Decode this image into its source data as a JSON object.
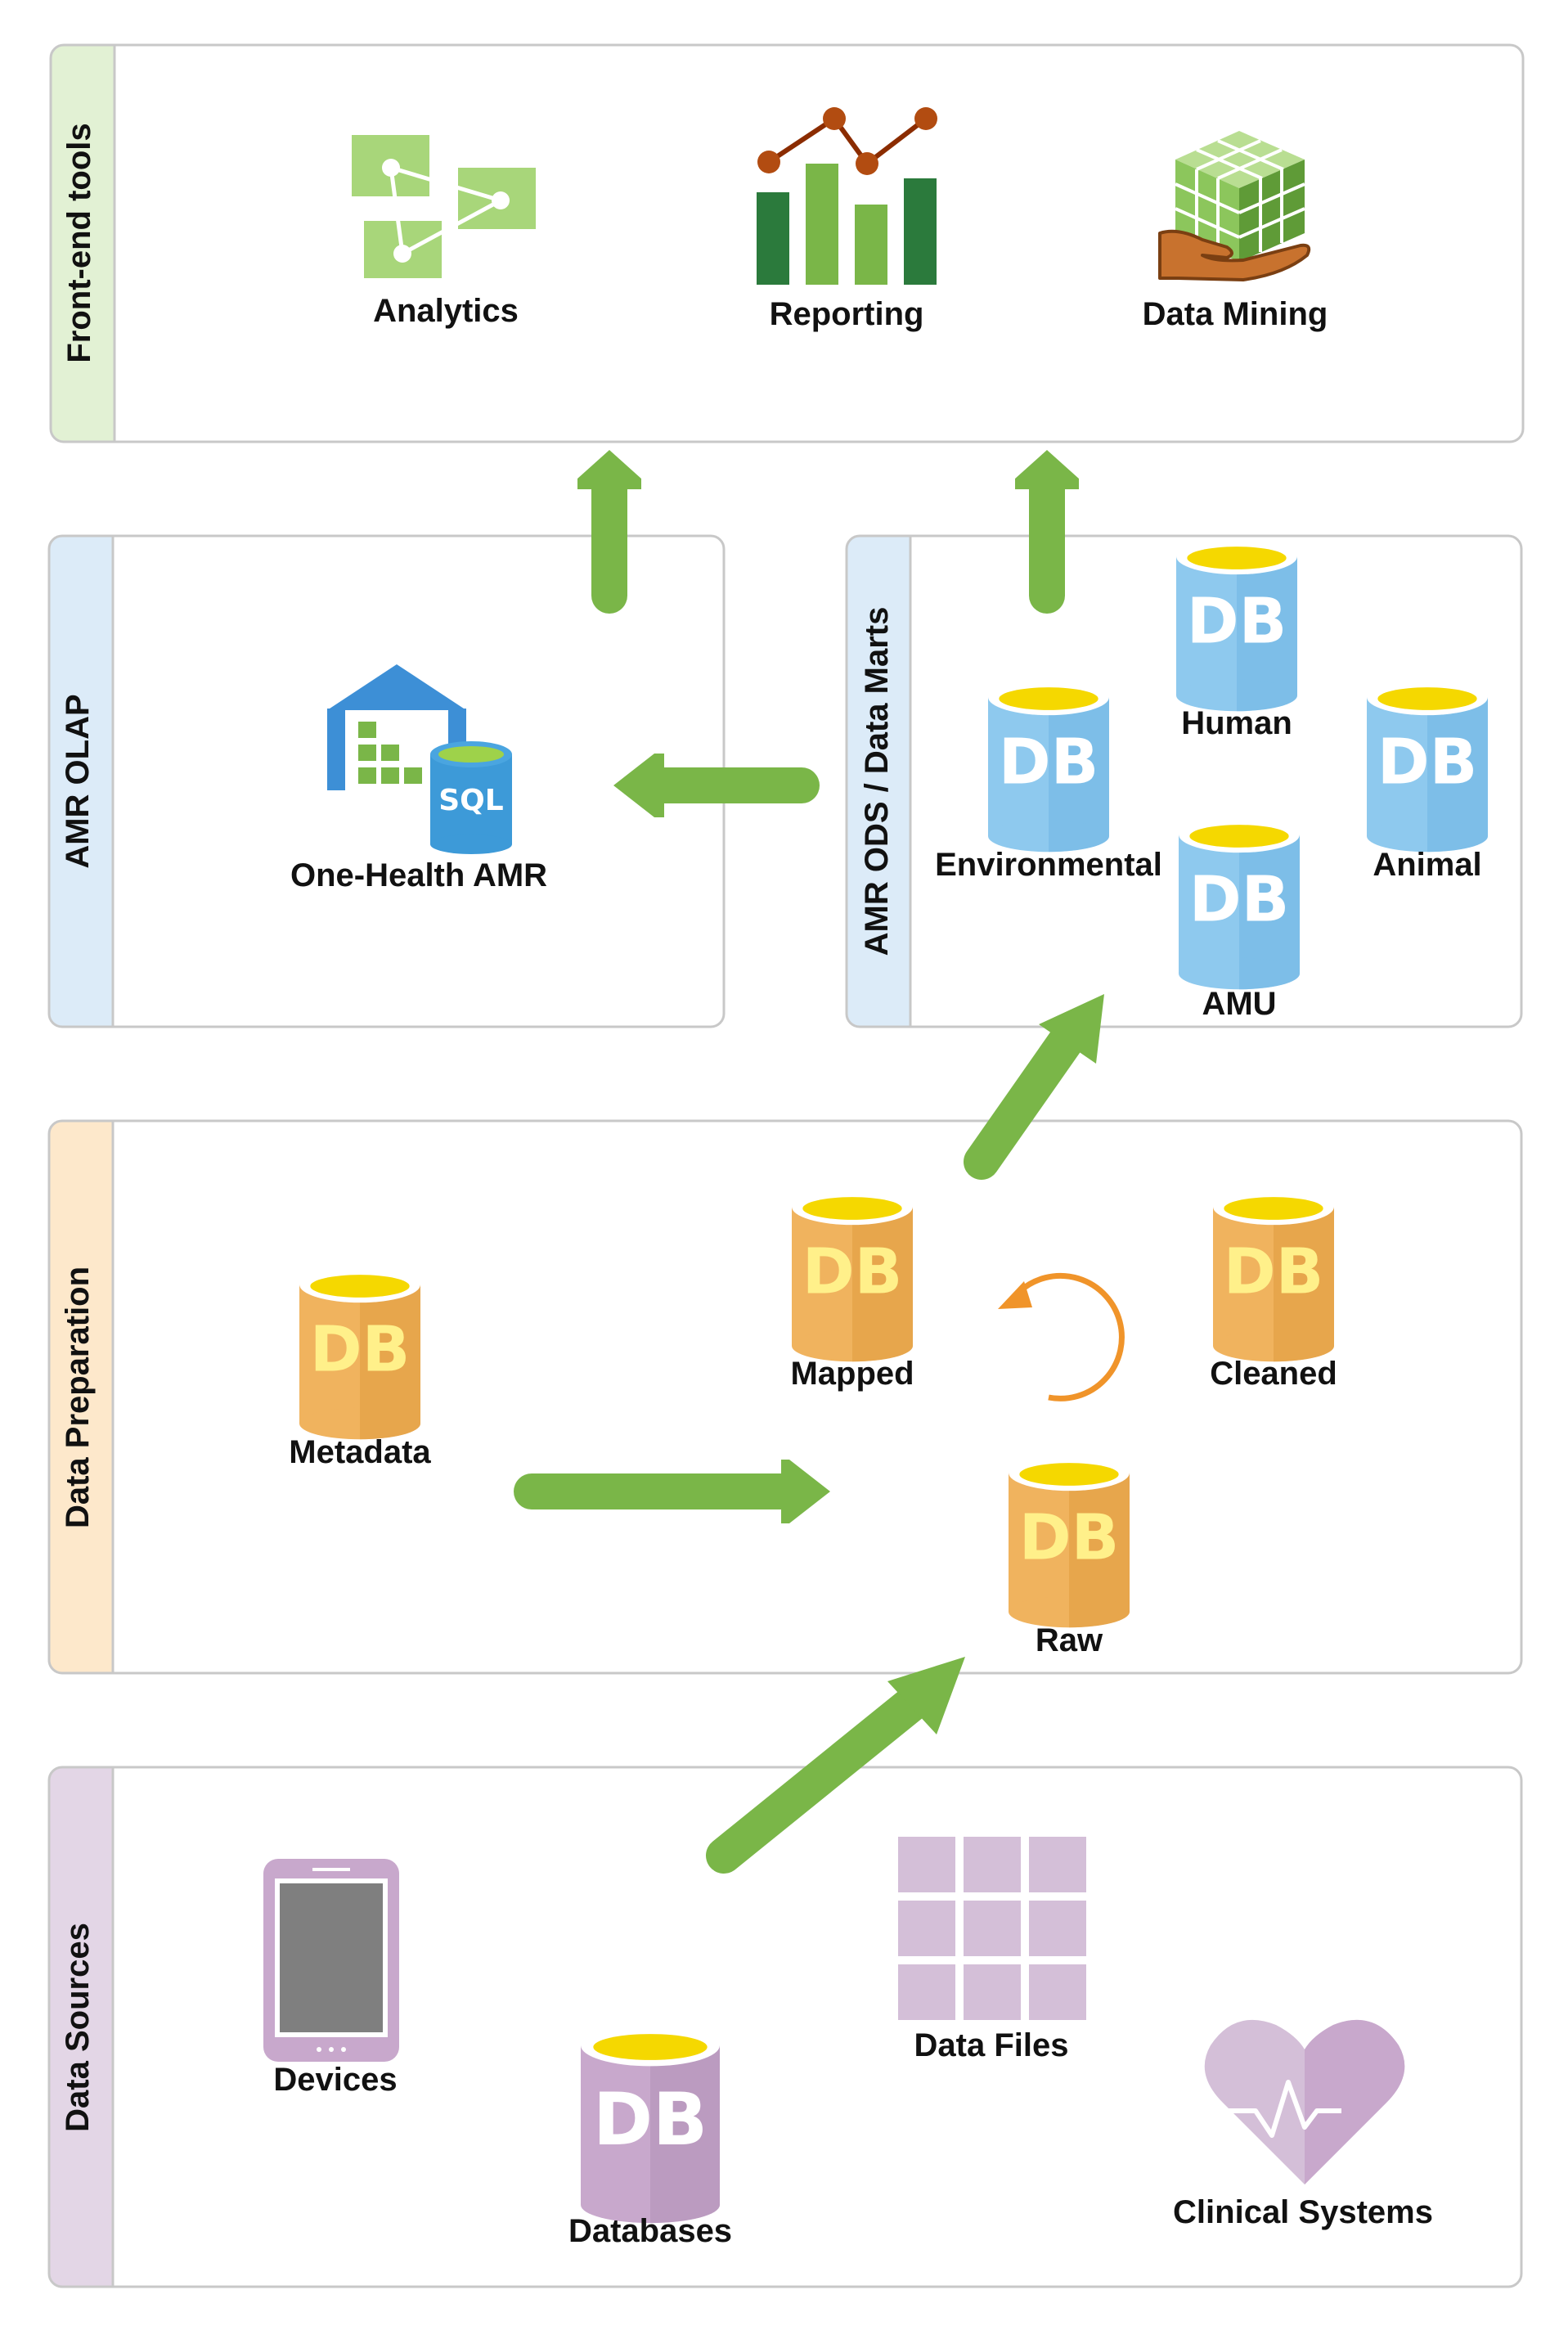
{
  "colors": {
    "frontend_tab": "#e2f1d4",
    "olap_tab": "#dcebf8",
    "prep_tab": "#fde8cb",
    "sources_tab": "#e3d6e6",
    "panel_border": "#c8c8c8",
    "arrow": "#7ab648",
    "db_blue": "#8ec9ee",
    "db_orange": "#f0b35e",
    "db_purple": "#c8a8cc",
    "db_top": "#f5d800"
  },
  "bands": {
    "frontend": {
      "title": "Front-end tools",
      "items": {
        "analytics": {
          "label": "Analytics",
          "icon": "analytics-icon"
        },
        "reporting": {
          "label": "Reporting",
          "icon": "reporting-chart-icon"
        },
        "data_mining": {
          "label": "Data Mining",
          "icon": "data-mining-cube-icon"
        }
      }
    },
    "olap": {
      "title": "AMR OLAP",
      "item": {
        "label": "One-Health AMR",
        "icon": "warehouse-sql-icon",
        "badge": "SQL"
      }
    },
    "ods": {
      "title": "AMR ODS / Data Marts",
      "db_glyph": "DB",
      "items": {
        "human": "Human",
        "environmental": "Environmental",
        "animal": "Animal",
        "amu": "AMU"
      }
    },
    "prep": {
      "title": "Data Preparation",
      "db_glyph": "DB",
      "items": {
        "metadata": "Metadata",
        "mapped": "Mapped",
        "cleaned": "Cleaned",
        "raw": "Raw"
      }
    },
    "sources": {
      "title": "Data Sources",
      "db_glyph": "DB",
      "items": {
        "devices": {
          "label": "Devices",
          "icon": "tablet-device-icon"
        },
        "databases": {
          "label": "Databases",
          "icon": "database-icon"
        },
        "data_files": {
          "label": "Data Files",
          "icon": "grid-file-icon"
        },
        "clinical": {
          "label": "Clinical Systems",
          "icon": "heart-pulse-icon"
        }
      }
    }
  }
}
